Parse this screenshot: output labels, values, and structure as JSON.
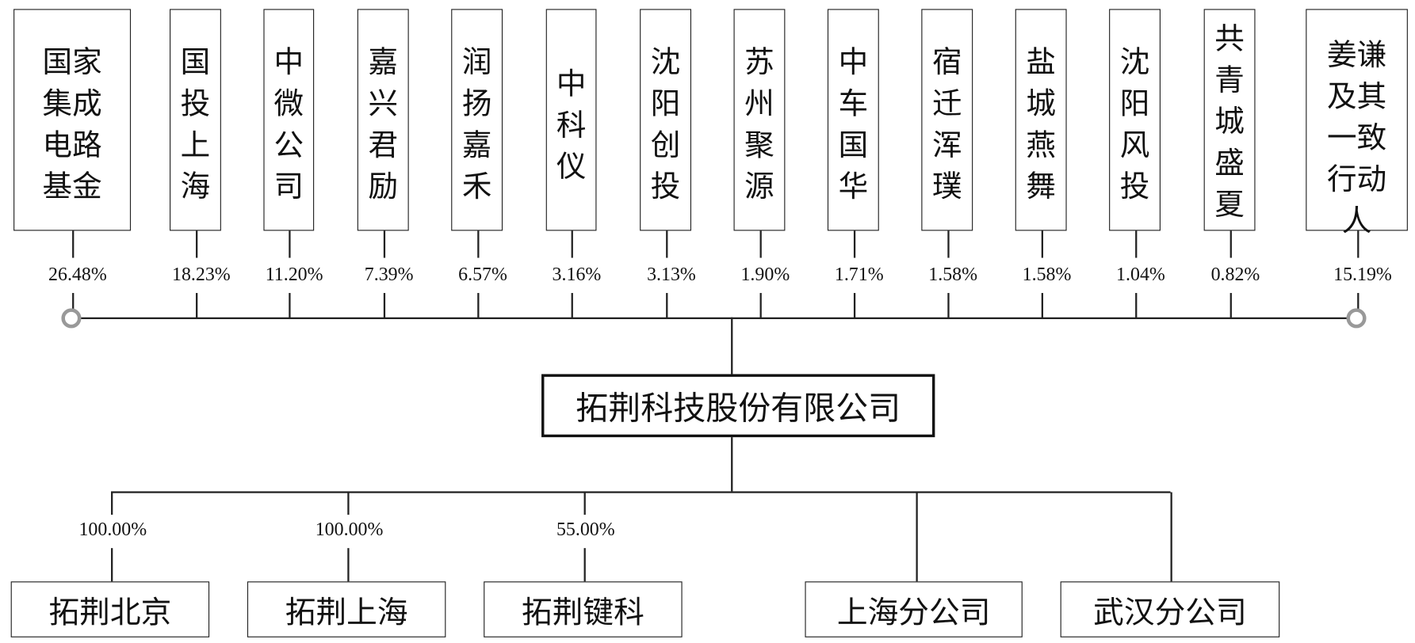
{
  "shareholders": [
    {
      "name": "国家集成电路基金",
      "pct": "26.48%"
    },
    {
      "name": "国投上海",
      "pct": "18.23%"
    },
    {
      "name": "中微公司",
      "pct": "11.20%"
    },
    {
      "name": "嘉兴君励",
      "pct": "7.39%"
    },
    {
      "name": "润扬嘉禾",
      "pct": "6.57%"
    },
    {
      "name": "中科仪",
      "pct": "3.16%"
    },
    {
      "name": "沈阳创投",
      "pct": "3.13%"
    },
    {
      "name": "苏州聚源",
      "pct": "1.90%"
    },
    {
      "name": "中车国华",
      "pct": "1.71%"
    },
    {
      "name": "宿迁浑璞",
      "pct": "1.58%"
    },
    {
      "name": "盐城燕舞",
      "pct": "1.58%"
    },
    {
      "name": "沈阳风投",
      "pct": "1.04%"
    },
    {
      "name": "共青城盛夏",
      "pct": "0.82%"
    },
    {
      "name": "姜谦及其一致行动人",
      "pct": "15.19%"
    }
  ],
  "company": "拓荆科技股份有限公司",
  "subsidiaries": [
    {
      "name": "拓荆北京",
      "pct": "100.00%"
    },
    {
      "name": "拓荆上海",
      "pct": "100.00%"
    },
    {
      "name": "拓荆键科",
      "pct": "55.00%"
    },
    {
      "name": "上海分公司"
    },
    {
      "name": "武汉分公司"
    }
  ],
  "colors": {
    "line": "#222222",
    "circle": "#999999"
  }
}
